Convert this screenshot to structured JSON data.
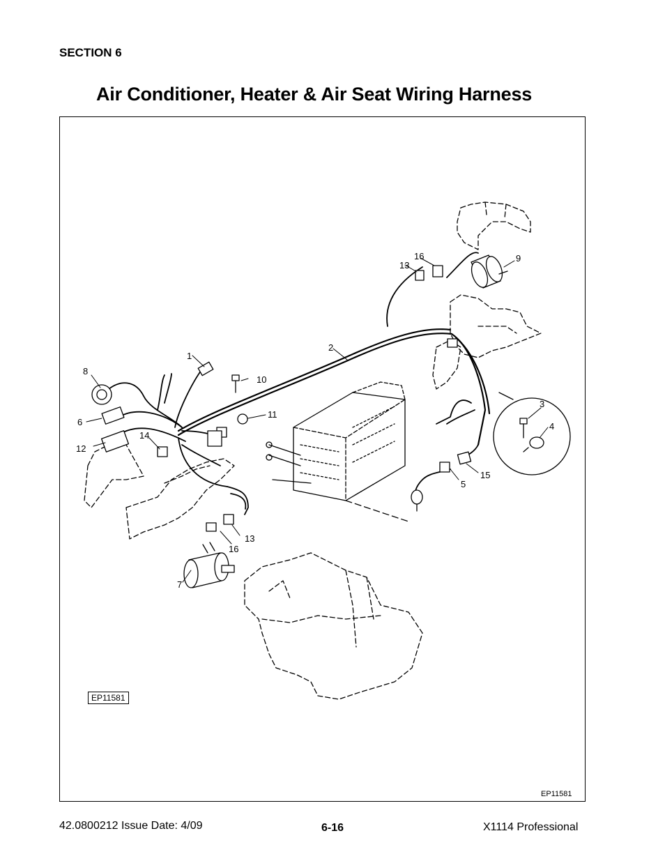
{
  "header": {
    "section": "SECTION 6",
    "title": "Air Conditioner, Heater & Air Seat Wiring Harness"
  },
  "figure": {
    "id_box": "EP11581",
    "id_corner": "EP11581",
    "callouts": [
      "1",
      "2",
      "3",
      "4",
      "5",
      "6",
      "7",
      "8",
      "9",
      "10",
      "11",
      "12",
      "13",
      "13",
      "14",
      "15",
      "16",
      "16"
    ]
  },
  "footer": {
    "doc": "42.0800212  Issue Date: 4/09",
    "page": "6-16",
    "model": "X1114 Professional"
  }
}
